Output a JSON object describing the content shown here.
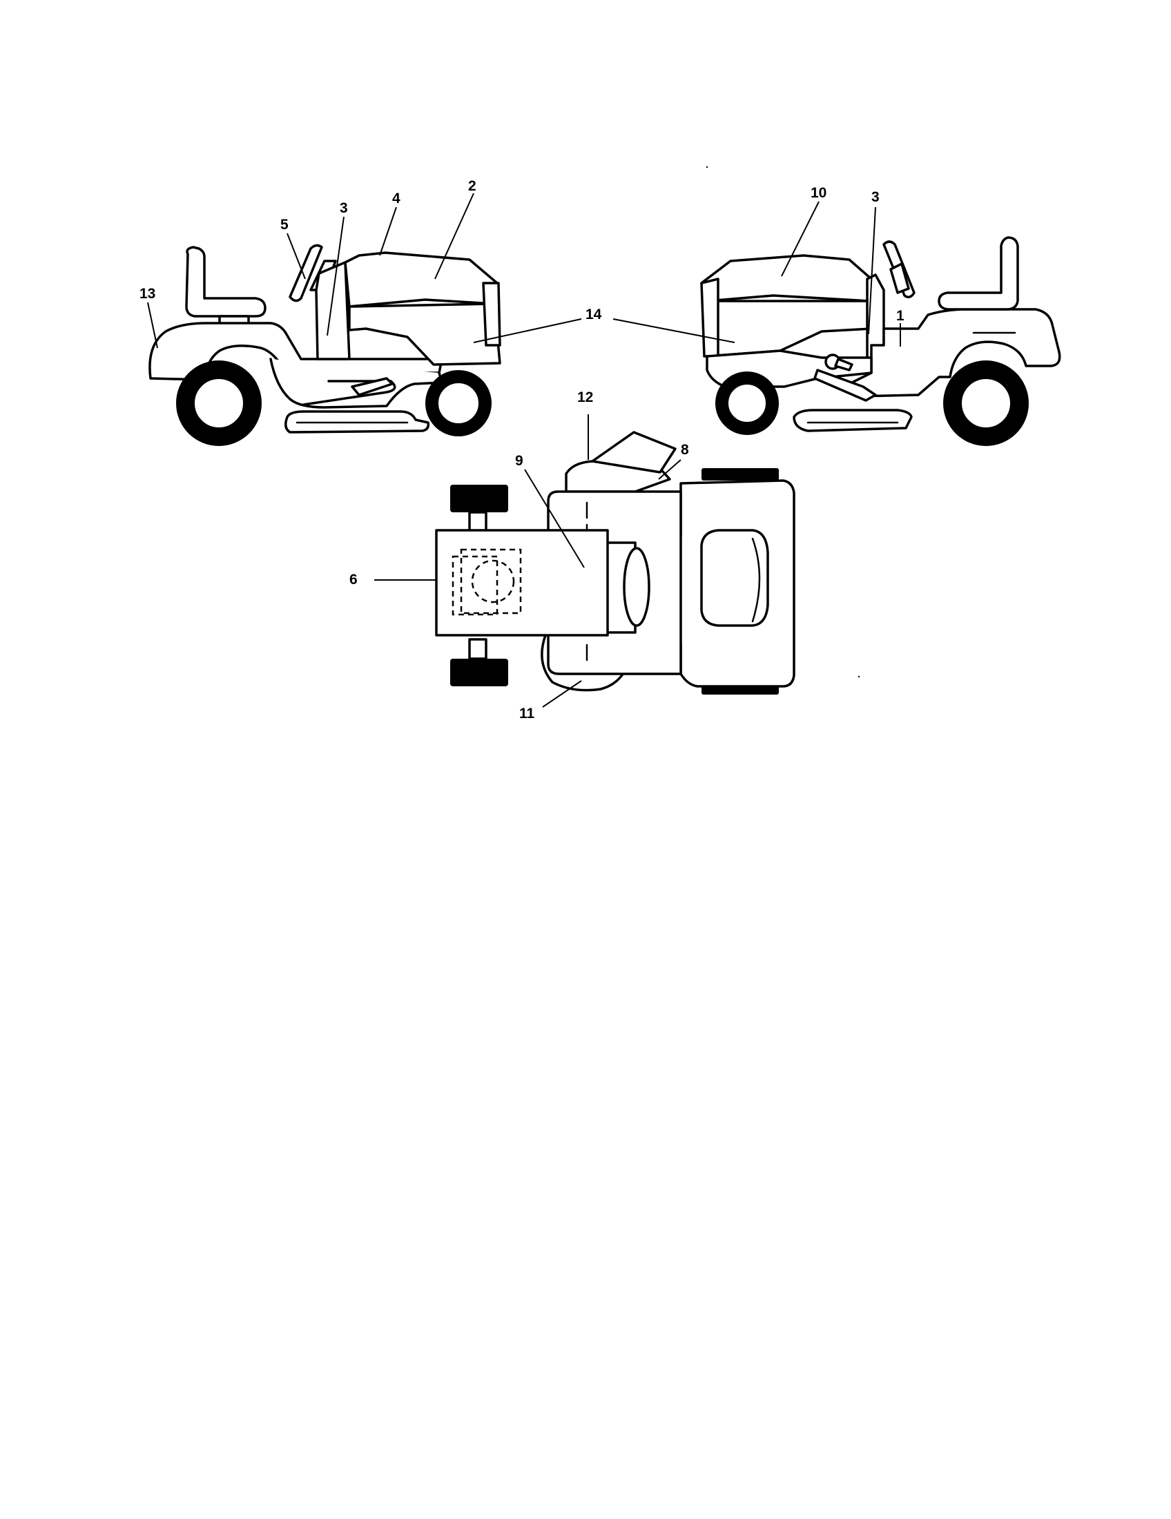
{
  "diagram": {
    "callouts": {
      "c1": "1",
      "c2": "2",
      "c3_left": "3",
      "c3_right": "3",
      "c4": "4",
      "c5": "5",
      "c6": "6",
      "c8": "8",
      "c9": "9",
      "c10": "10",
      "c11": "11",
      "c12": "12",
      "c13": "13",
      "c14": "14"
    }
  }
}
